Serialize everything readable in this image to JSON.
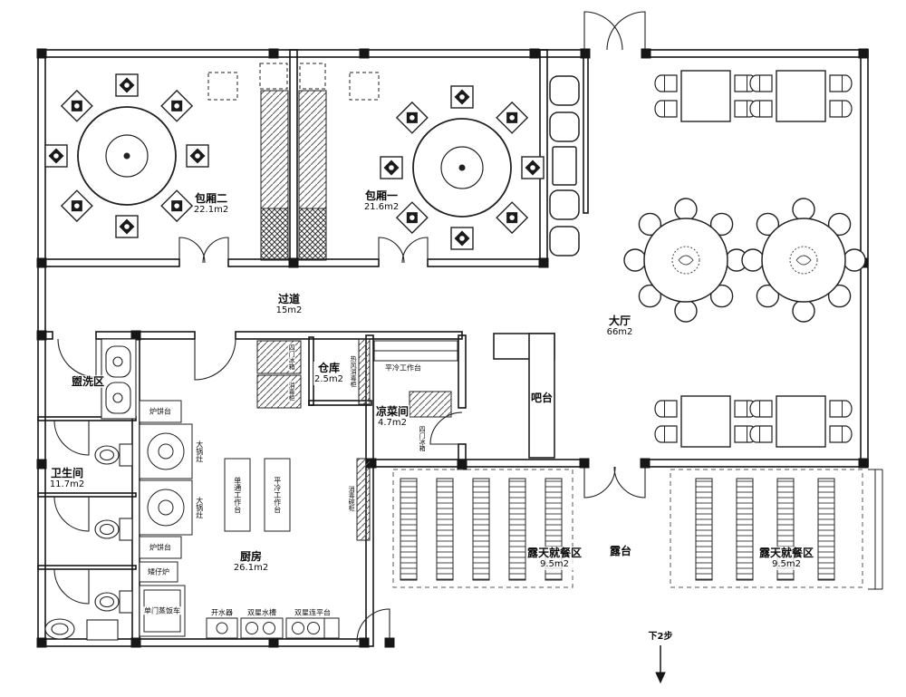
{
  "colors": {
    "ink": "#161616",
    "background": "#ffffff"
  },
  "plan": {
    "rooms": [
      {
        "name": "包厢二",
        "area": "22.1m2"
      },
      {
        "name": "包厢一",
        "area": "21.6m2"
      },
      {
        "name": "过道",
        "area": "15m2"
      },
      {
        "name": "大厅",
        "area": "66m2"
      },
      {
        "name": "盥洗区",
        "area": ""
      },
      {
        "name": "卫生间",
        "area": "11.7m2"
      },
      {
        "name": "仓库",
        "area": "2.5m2"
      },
      {
        "name": "凉菜间",
        "area": "4.7m2"
      },
      {
        "name": "厨房",
        "area": "26.1m2"
      },
      {
        "name": "吧台",
        "area": ""
      },
      {
        "name": "露天就餐区",
        "area": "9.5m2"
      },
      {
        "name": "露台",
        "area": ""
      },
      {
        "name": "露天就餐区",
        "area": "9.5m2"
      }
    ],
    "equipment": [
      "炉饼台",
      "大锅灶",
      "大锅灶",
      "炉饼台",
      "矮仔炉",
      "单门蒸饭车",
      "开水器",
      "双星水槽",
      "双星连平台",
      "单通工作台",
      "平冷工作台",
      "四门冰箱",
      "消毒柜",
      "热风消毒柜",
      "消毒碗柜",
      "平冷工作台",
      "四门冰箱"
    ],
    "annotations": {
      "steps_down": "下2步"
    }
  }
}
